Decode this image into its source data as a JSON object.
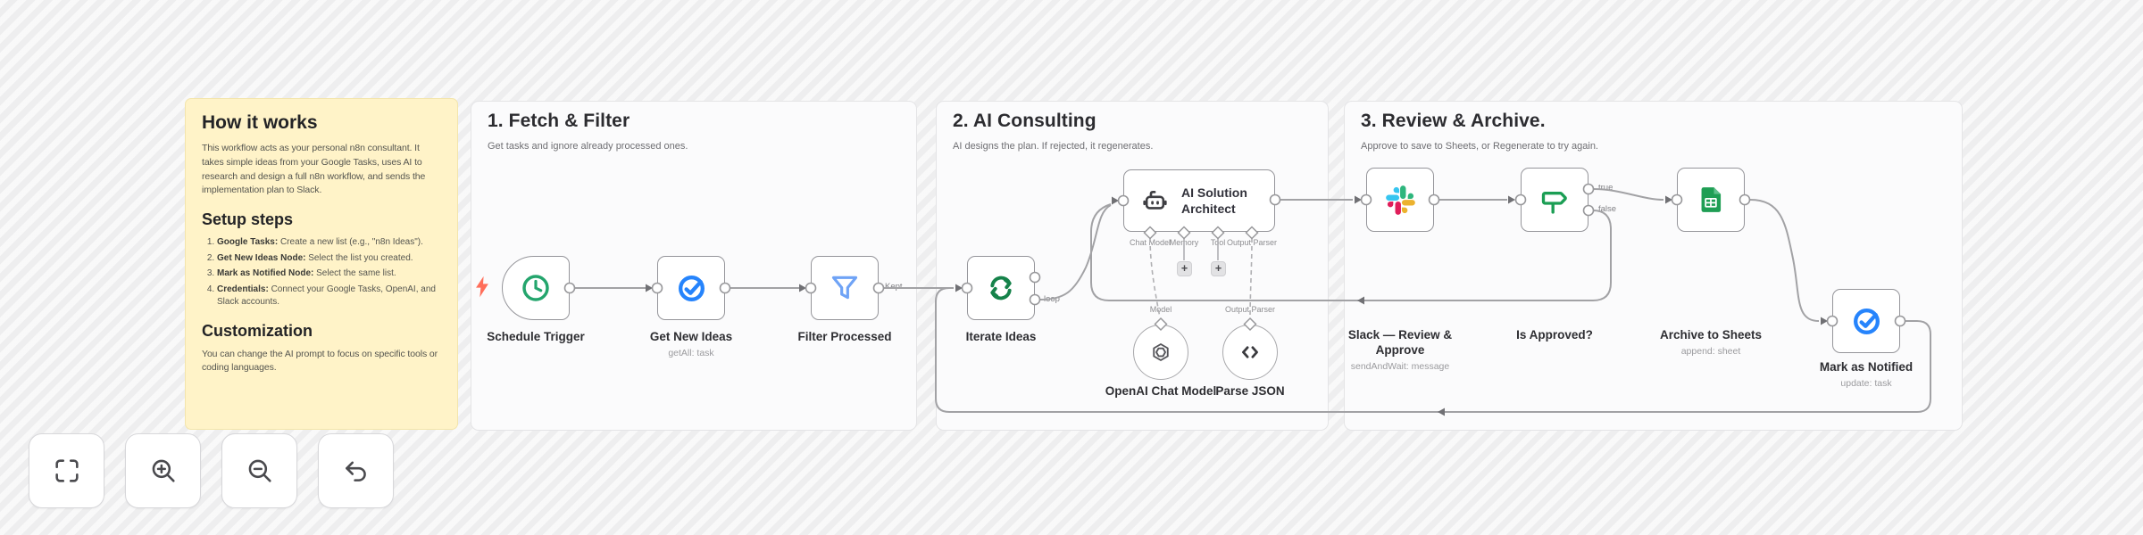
{
  "sticky": {
    "how_title": "How it works",
    "how_body": "This workflow acts as your personal n8n consultant. It takes simple ideas from your Google Tasks, uses AI to research and design a full n8n workflow, and sends the implementation plan to Slack.",
    "setup_title": "Setup steps",
    "steps": [
      {
        "lead": "Google Tasks:",
        "rest": " Create a new list (e.g., \"n8n Ideas\")."
      },
      {
        "lead": "Get New Ideas Node:",
        "rest": " Select the list you created."
      },
      {
        "lead": "Mark as Notified Node:",
        "rest": " Select the same list."
      },
      {
        "lead": "Credentials:",
        "rest": " Connect your Google Tasks, OpenAI, and Slack accounts."
      }
    ],
    "custom_title": "Customization",
    "custom_body": "You can change the AI prompt to focus on specific tools or coding languages."
  },
  "sections": [
    {
      "title": "1. Fetch & Filter",
      "subtitle": "Get tasks and ignore already processed ones."
    },
    {
      "title": "2. AI Consulting",
      "subtitle": "AI designs the plan. If rejected, it regenerates."
    },
    {
      "title": "3. Review & Archive.",
      "subtitle": "Approve to save to Sheets, or Regenerate to try again."
    }
  ],
  "nodes": {
    "schedule": {
      "label": "Schedule Trigger"
    },
    "get_ideas": {
      "label": "Get New Ideas",
      "sub": "getAll: task"
    },
    "filter": {
      "label": "Filter Processed"
    },
    "iterate": {
      "label": "Iterate Ideas"
    },
    "architect": {
      "label": "AI Solution Architect"
    },
    "openai": {
      "label": "OpenAI Chat Model"
    },
    "parse": {
      "label": "Parse JSON"
    },
    "slack": {
      "label": "Slack — Review & Approve",
      "sub": "sendAndWait: message"
    },
    "approved": {
      "label": "Is Approved?"
    },
    "sheets": {
      "label": "Archive to Sheets",
      "sub": "append: sheet"
    },
    "notified": {
      "label": "Mark as Notified",
      "sub": "update: task"
    }
  },
  "edge_labels": {
    "kept": "Kept",
    "loop": "loop",
    "true_label": "true",
    "false_label": "false"
  },
  "port_labels": {
    "chat_model": "Chat Model",
    "memory": "Memory",
    "tool": "Tool",
    "tool_output_parser": "Output Parser",
    "model": "Model",
    "output_parser": "Output Parser"
  },
  "controls": {
    "plus": "+"
  },
  "colors": {
    "sticky_bg": "#FFF3C8",
    "canvas_bg": "#F1F1F2",
    "panel_bg": "#FBFBFC",
    "edge": "#A2A2A5",
    "google_blue": "#2684FC",
    "filter_blue": "#6FA3F6",
    "trigger_green": "#24A56D",
    "iterate_green": "#15824A",
    "if_green": "#1B9E54",
    "sheets_green": "#1F9E54",
    "bolt_red": "#FF6E5A",
    "slack_blue": "#36C5F0",
    "slack_green": "#2EB67D",
    "slack_yellow": "#ECB22E",
    "slack_red": "#E01E5A"
  }
}
